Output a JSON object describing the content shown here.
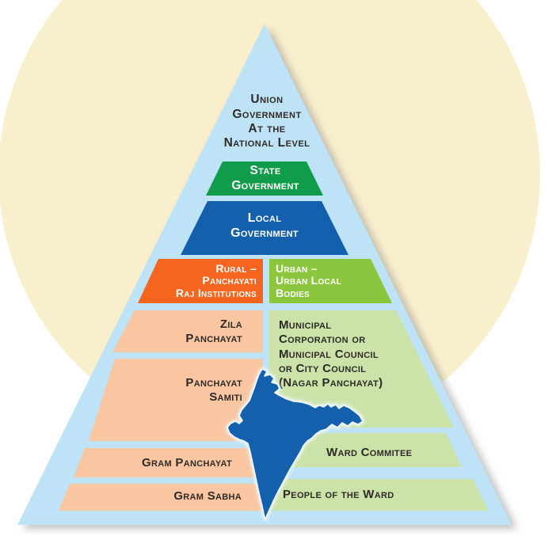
{
  "colors": {
    "background_circle": "#FAEFCD",
    "pyramid_blue": "#BEE2F6",
    "state_green": "#119C4B",
    "local_blue": "#1560AD",
    "rural_orange": "#F5651D",
    "urban_green": "#8CC63E",
    "rural_row_peach": "#F9C6A1",
    "urban_row_green": "#CBE3A9",
    "india_map_blue": "#1560AD",
    "dark_text": "#2E2B26",
    "light_text": "#FFFFFF"
  },
  "apex": {
    "lines": [
      "Union",
      "Government",
      "At the",
      "National Level"
    ]
  },
  "tiers": {
    "state": {
      "lines": [
        "State",
        "Government"
      ]
    },
    "local": {
      "lines": [
        "Local",
        "Government"
      ]
    },
    "rural_header": {
      "lines": [
        "Rural –",
        "Panchayati",
        "Raj Institutions"
      ]
    },
    "urban_header": {
      "lines": [
        "Urban –",
        "Urban Local",
        "Bodies"
      ]
    },
    "zila": {
      "lines": [
        "Zila",
        "Panchayat"
      ]
    },
    "municipal": {
      "lines": [
        "Municipal",
        "Corporation or",
        "Municipal Council",
        "or City Council",
        "(Nagar Panchayat)"
      ]
    },
    "samiti": {
      "lines": [
        "Panchayat",
        "Samiti"
      ]
    },
    "ward": {
      "lines": [
        "Ward Commitee"
      ]
    },
    "gram_panchayat": {
      "lines": [
        "Gram Panchayat"
      ]
    },
    "gram_sabha": {
      "lines": [
        "Gram Sabha"
      ]
    },
    "people": {
      "lines": [
        "People of the Ward"
      ]
    }
  },
  "icons": {
    "map": "india-map"
  }
}
